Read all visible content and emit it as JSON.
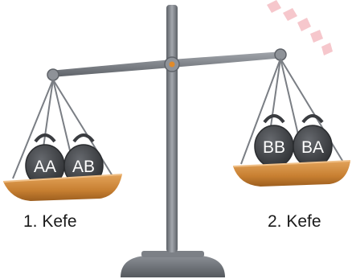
{
  "pans": [
    {
      "label": "1. Kefe",
      "weights": [
        "AA",
        "AB"
      ]
    },
    {
      "label": "2. Kefe",
      "weights": [
        "BB",
        "BA"
      ]
    }
  ],
  "colors": {
    "metal": "#6f7379",
    "metal_light": "#9a9ea4",
    "weight_body": "#45474b",
    "weight_text": "#ffffff",
    "pan_wood": "#d18a3a",
    "pan_wood_dark": "#9c5e1f",
    "pivot": "#e08a2a",
    "decor_stripes": "#f6c7cc"
  },
  "decor_icon": "pink-striped-arc"
}
